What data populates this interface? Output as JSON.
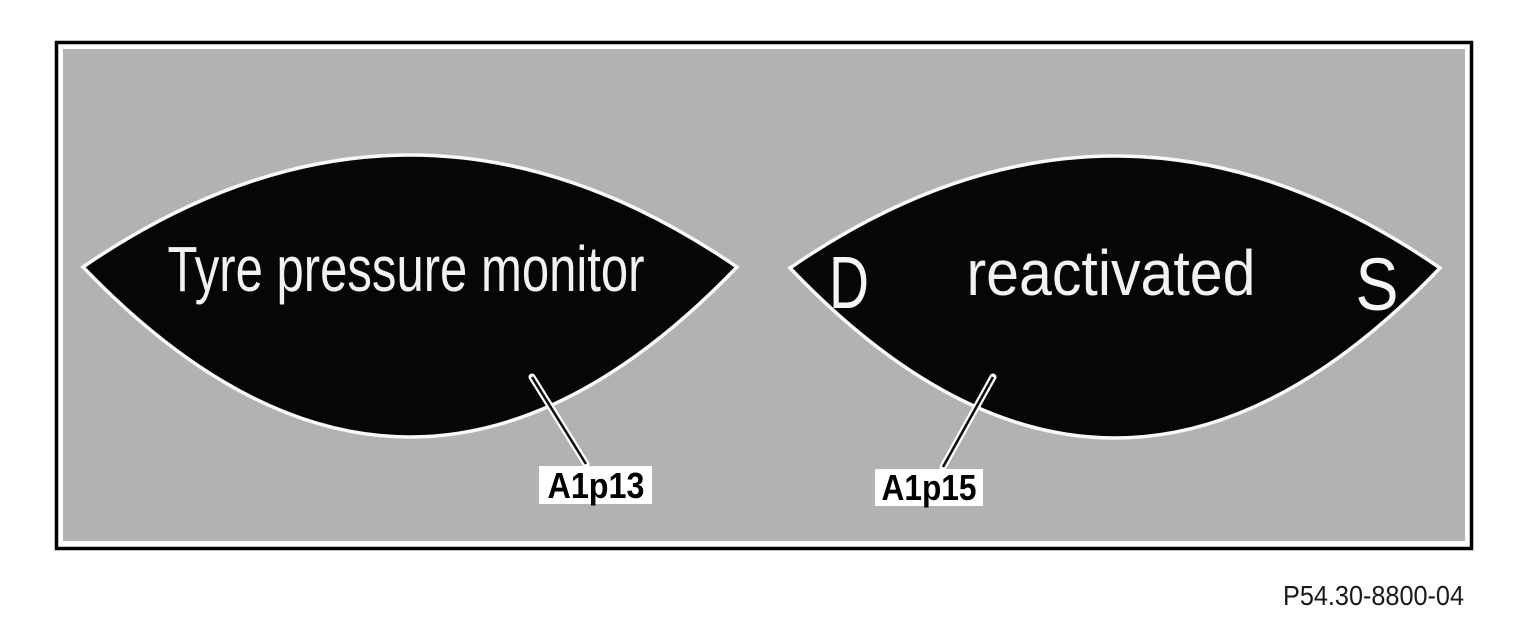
{
  "figure": {
    "code": "P54.30-8800-04",
    "page_background": "#ffffff",
    "canvas_color": "#b2b2b2",
    "frame_color": "#000000"
  },
  "displays": {
    "left": {
      "message": "Tyre pressure monitor",
      "callout": "A1p13"
    },
    "right": {
      "left_symbol": "D",
      "message": "reactivated",
      "right_symbol": "S",
      "callout": "A1p15"
    }
  },
  "colors": {
    "lens_fill": "#060606",
    "lens_outline": "#f8f8f8",
    "display_text": "#f2f2f2",
    "callout_box": "#ffffff",
    "callout_text": "#000000",
    "leader_casing": "#ffffff",
    "leader_core": "#111111"
  }
}
